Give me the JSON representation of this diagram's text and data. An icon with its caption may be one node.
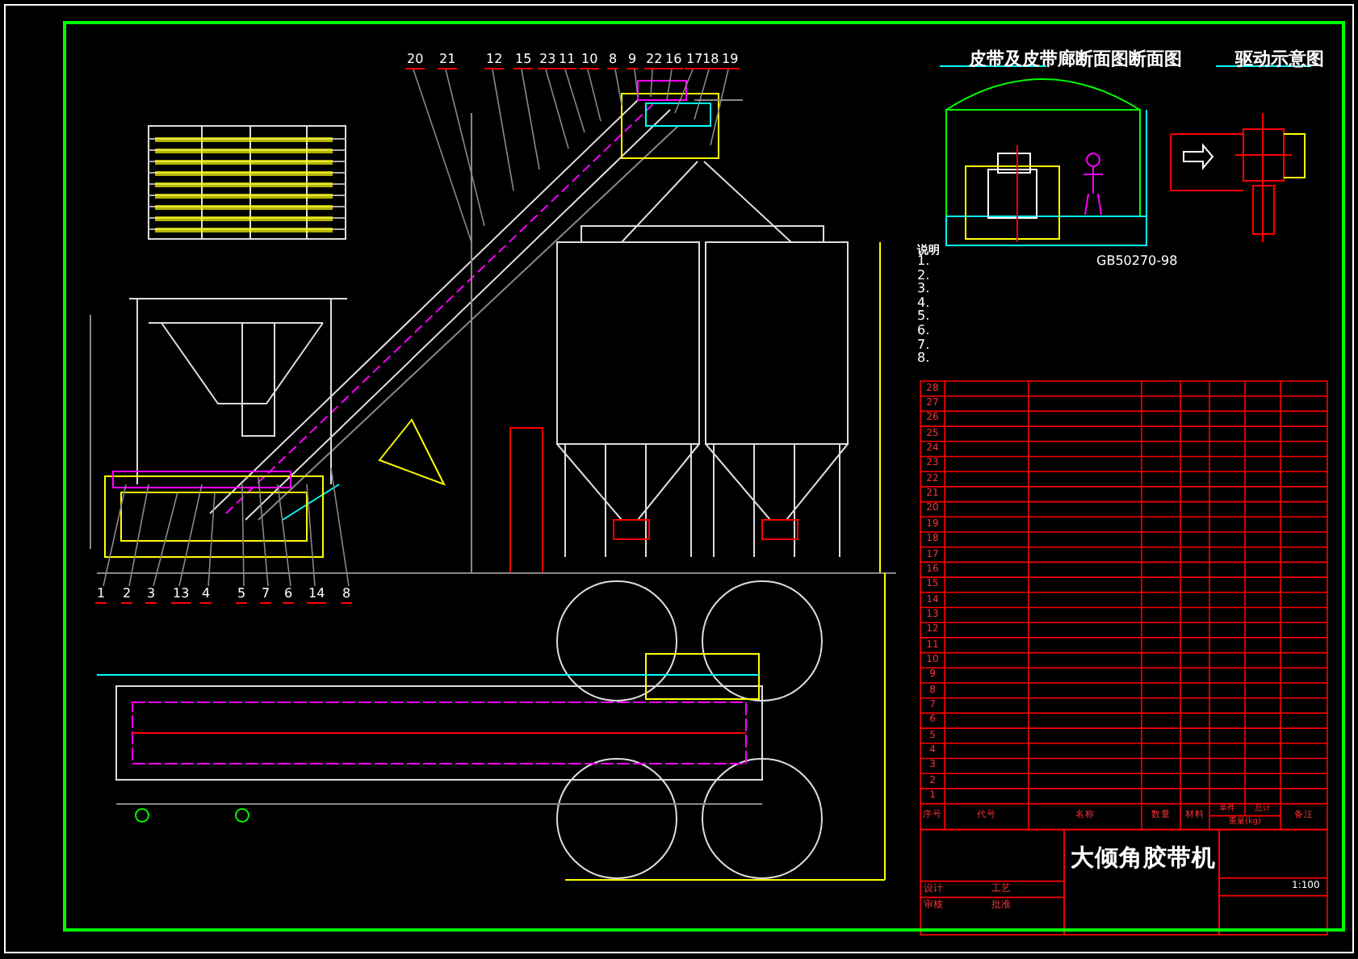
{
  "diagram": {
    "nodes": [
      {
        "text": [
          "20"
        ]
      },
      {
        "text": [
          "21"
        ]
      },
      {
        "text": [
          "12"
        ]
      },
      {
        "text": [
          "15"
        ]
      },
      {
        "text": [
          "23"
        ]
      },
      {
        "text": [
          "11"
        ]
      },
      {
        "text": [
          "10"
        ]
      },
      {
        "text": [
          "8"
        ]
      },
      {
        "text": [
          "9"
        ]
      },
      {
        "text": [
          "22"
        ]
      },
      {
        "text": [
          "16"
        ]
      },
      {
        "text": [
          "17"
        ]
      },
      {
        "text": [
          "18"
        ]
      },
      {
        "text": [
          "19"
        ]
      },
      {
        "text": [
          "1"
        ]
      },
      {
        "text": [
          "2"
        ]
      },
      {
        "text": [
          "3"
        ]
      },
      {
        "text": [
          "13"
        ]
      },
      {
        "text": [
          "4"
        ]
      },
      {
        "text": [
          "5"
        ]
      },
      {
        "text": [
          "7"
        ]
      },
      {
        "text": [
          "6"
        ]
      },
      {
        "text": [
          "14"
        ]
      },
      {
        "text": [
          "8"
        ]
      }
    ],
    "edges": [
      {
        "from": 0,
        "to": null,
        "arrow": "none"
      },
      {
        "from": 1,
        "to": null,
        "arrow": "none"
      },
      {
        "from": 2,
        "to": null,
        "arrow": "none"
      },
      {
        "from": 3,
        "to": null,
        "arrow": "none"
      },
      {
        "from": 4,
        "to": null,
        "arrow": "none"
      },
      {
        "from": 5,
        "to": null,
        "arrow": "none"
      },
      {
        "from": 6,
        "to": null,
        "arrow": "none"
      },
      {
        "from": 7,
        "to": null,
        "arrow": "none"
      },
      {
        "from": 8,
        "to": null,
        "arrow": "none"
      },
      {
        "from": 9,
        "to": null,
        "arrow": "none"
      },
      {
        "from": 10,
        "to": null,
        "arrow": "none"
      },
      {
        "from": 11,
        "to": null,
        "arrow": "none"
      },
      {
        "from": 12,
        "to": null,
        "arrow": "none"
      },
      {
        "from": 13,
        "to": null,
        "arrow": "none"
      },
      {
        "from": 14,
        "to": null,
        "arrow": "none"
      },
      {
        "from": 15,
        "to": null,
        "arrow": "none"
      },
      {
        "from": 16,
        "to": null,
        "arrow": "none"
      },
      {
        "from": 17,
        "to": null,
        "arrow": "none"
      },
      {
        "from": 18,
        "to": null,
        "arrow": "none"
      },
      {
        "from": 19,
        "to": null,
        "arrow": "none"
      },
      {
        "from": 20,
        "to": null,
        "arrow": "none"
      },
      {
        "from": 21,
        "to": null,
        "arrow": "none"
      },
      {
        "from": 22,
        "to": null,
        "arrow": "none"
      },
      {
        "from": 23,
        "to": null,
        "arrow": "none"
      }
    ],
    "labels": [
      "皮带及皮带廊断面图断面图",
      "驱动示意图",
      "说明",
      "1.",
      "2.",
      "3.",
      "4.",
      "5.",
      "6.",
      "7.",
      "8.",
      "GB50270-98",
      "序号",
      "代号",
      "名称",
      "数量",
      "材料",
      "单件",
      "总计",
      "重量(kg)",
      "备注",
      "28",
      "27",
      "26",
      "25",
      "24",
      "23",
      "22",
      "21",
      "20",
      "19",
      "18",
      "17",
      "16",
      "15",
      "14",
      "13",
      "12",
      "11",
      "10",
      "9",
      "8",
      "7",
      "6",
      "5",
      "4",
      "3",
      "2",
      "1",
      "大倾角胶带机",
      "设计",
      "审核",
      "工艺",
      "批准",
      "1:100"
    ]
  }
}
